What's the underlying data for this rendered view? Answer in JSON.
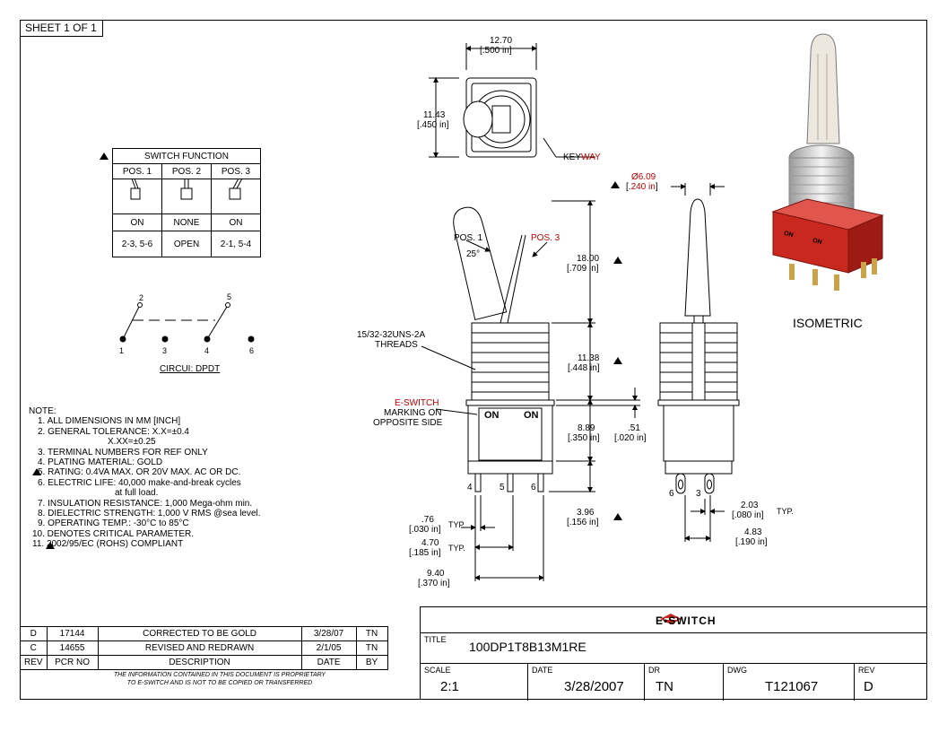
{
  "sheet": "SHEET 1 OF 1",
  "views": {
    "top": {
      "width": "12.70",
      "width_in": "[.500 in]",
      "height": "11.43",
      "height_in": "[.450 in]",
      "keyway": "KEY",
      "keyway_red": "WAY"
    },
    "front": {
      "pos1": "POS. 1",
      "angle": "25°",
      "pos3": "POS. 3",
      "thread": "15/32-32UNS-2A",
      "thread2": "THREADS",
      "marking1": "E-SWITCH",
      "marking2": "MARKING ON",
      "marking3": "OPPOSITE SIDE",
      "on_left": "ON",
      "on_right": "ON",
      "pin4": "4",
      "pin5": "5",
      "pin6": "6",
      "d_toggle": "18.00",
      "d_toggle_in": "[.709 in]",
      "d_bush": "11.38",
      "d_bush_in": "[.448 in]",
      "d_body": "8.89",
      "d_body_in": "[.350 in]",
      "d_wash": ".51",
      "d_wash_in": "[.020 in]",
      "d_pin": "3.96",
      "d_pin_in": "[.156 in]",
      "d_pinw": ".76",
      "d_pinw_in": "[.030 in]",
      "d_pitch": "4.70",
      "d_pitch_in": "[.185 in]",
      "d_span": "9.40",
      "d_span_in": "[.370 in]",
      "typ": "TYP",
      "typ2": "TYP."
    },
    "side": {
      "dia": "Ø6.09",
      "dia_in1": "[.",
      "dia_in_red": "240 in",
      "dia_in2": "]",
      "pin6": "6",
      "pin3": "3",
      "d_tw": "2.03",
      "d_tw_in": "[.080 in]",
      "typ": "TYP.",
      "d_sp": "4.83",
      "d_sp_in": "[.190 in]"
    },
    "iso": {
      "label": "ISOMETRIC",
      "on1": "ON",
      "on2": "ON"
    }
  },
  "switch_function": {
    "title": "SWITCH FUNCTION",
    "headers": [
      "POS. 1",
      "POS. 2",
      "POS. 3"
    ],
    "states": [
      "ON",
      "NONE",
      "ON"
    ],
    "circuits": [
      "2-3, 5-6",
      "OPEN",
      "2-1, 5-4"
    ]
  },
  "circuit": {
    "label": "CIRCUI: DPDT",
    "pins": [
      "1",
      "2",
      "3",
      "4",
      "5",
      "6"
    ]
  },
  "notes": {
    "title": "NOTE:",
    "items": [
      "1. ALL DIMENSIONS IN MM [INCH]",
      "2. GENERAL TOLERANCE: X.X=±0.4",
      "X.XX=±0.25",
      "3. TERMINAL NUMBERS FOR REF ONLY",
      "4. PLATING MATERIAL: GOLD",
      "5. RATING: 0.4VA MAX. OR 20V MAX. AC OR DC.",
      "6. ELECTRIC LIFE: 40,000 make-and-break cycles",
      "at full load.",
      "7. INSULATION RESISTANCE: 1,000 Mega-ohm min.",
      "8. DIELECTRIC STRENGTH: 1,000 V RMS @sea level.",
      "9. OPERATING TEMP.: -30°C to 85°C",
      "10. DENOTES CRITICAL PARAMETER.",
      "11. 2002/95/EC (ROHS) COMPLIANT"
    ]
  },
  "revisions": {
    "rows": [
      [
        "D",
        "17144",
        "CORRECTED TO BE GOLD",
        "3/28/07",
        "TN"
      ],
      [
        "C",
        "14655",
        "REVISED AND REDRAWN",
        "2/1/05",
        "TN"
      ]
    ],
    "header": [
      "REV",
      "PCR NO",
      "DESCRIPTION",
      "DATE",
      "BY"
    ]
  },
  "proprietary": [
    "THE INFORMATION CONTAINED IN THIS DOCUMENT IS PROPRIETARY",
    "TO E-SWITCH AND IS NOT TO BE COPIED OR TRANSFERRED"
  ],
  "title_block": {
    "logo": "E•SWITCH",
    "title_label": "TITLE",
    "title": "100DP1T8B13M1RE",
    "scale_label": "SCALE",
    "scale": "2:1",
    "date_label": "DATE",
    "date": "3/28/2007",
    "dr_label": "DR",
    "dr": "TN",
    "dwg_label": "DWG",
    "dwg": "T121067",
    "rev_label": "REV",
    "rev": "D"
  },
  "colors": {
    "accent": "#c00000",
    "iso_body": "#c8281e"
  }
}
